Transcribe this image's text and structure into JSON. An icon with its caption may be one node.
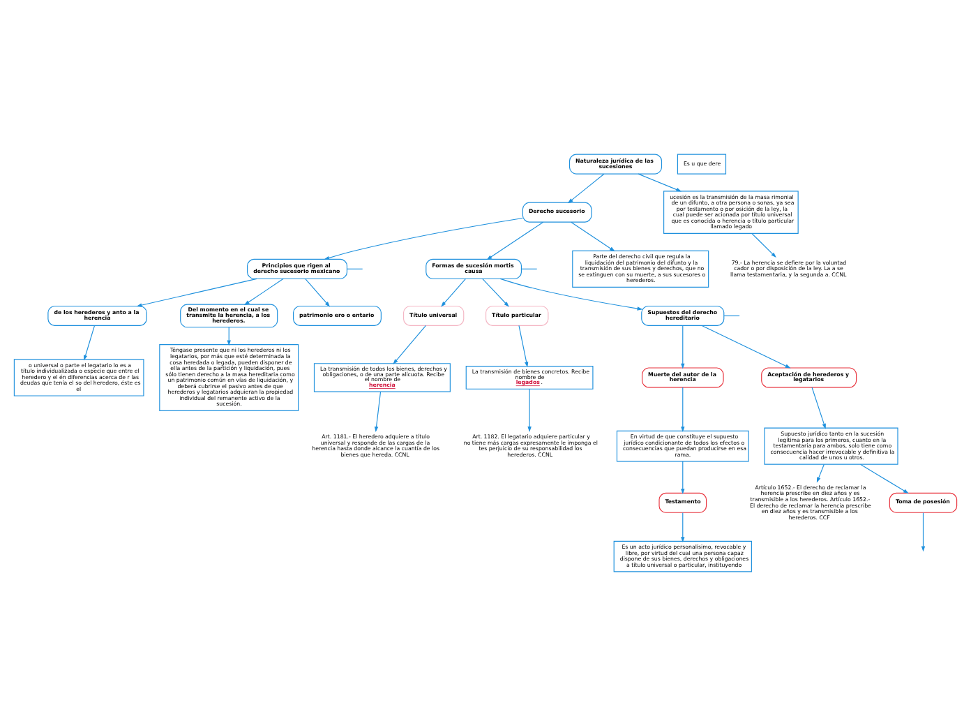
{
  "diagram": {
    "nodes": [
      {
        "text": [
          "o universal o parte el legatario lo es a título individualizada o especie que entre el heredero y el én diferencias acerca de r las deudas que tenía el so del heredero, éste es el"
        ]
      },
      {
        "text": [
          "Téngase presente que ni los herederos ni los legatarios, por más que esté determinada la cosa heredada o legada, pueden disponer de ella antes de la partición y liquidación, pues sólo tienen derecho a la masa hereditaria como un patrimonio común en vías de liquidación, y deberá cubrirse el pasivo antes de que herederos y legatarios adquieran la propiedad individual del remanente activo de la sucesión."
        ]
      },
      {
        "text": [
          "Art. 1181.- El heredero adquiere a título universal y responde de las cargas de la herencia hasta donde alcance la cuantía de los bienes que hereda. CCNL"
        ]
      },
      {
        "text": [
          "Art. 1182. El legatario adquiere particular y no tiene más cargas expresamente le imponga el tes perjuicio de su responsabilidad los herederos. CCNL"
        ]
      },
      {
        "text": [
          "de los herederos y anto a la herencia"
        ]
      },
      {
        "text": [
          "Del momento en el cual se transmite la herencia, a los herederos."
        ]
      },
      {
        "text": [
          "La transmisión de todos los bienes, derechos y obligaciones, o de una parte alícuota. Recibe el nombre de **herencia**"
        ]
      },
      {
        "text": [
          "La transmisión de bienes concretos. Recibe nombre de **legados**."
        ]
      },
      {
        "text": [
          "patrimonio ero o entario"
        ]
      },
      {
        "text": [
          "Principios que rigen al derecho sucesorio mexicano"
        ]
      },
      {
        "text": [
          "Título universal"
        ]
      },
      {
        "text": [
          "Título particular"
        ]
      },
      {
        "text": [
          "Naturaleza jurídica de las sucesiones"
        ]
      },
      {
        "text": [
          "Derecho sucesorio"
        ]
      },
      {
        "text": [
          "Formas de sucesión mortis causa"
        ]
      },
      {
        "text": [
          "ucesión es la transmisión de la masa rimonial de un difunto, a otra persona o sonas, ya sea por testamento o por osición de la ley, la cual puede ser acionada por título universal que es conocida o herencia o título particular llamado legado"
        ]
      },
      {
        "text": [
          "Parte del derecho civil que regula la liquidación del patrimonio del difunto y la transmisión de sus bienes y derechos, que no se extinguen con su muerte, a sus sucesores o herederos."
        ]
      },
      {
        "text": [
          "Supuestos del derecho hereditario"
        ]
      },
      {
        "text": [
          "Es u que dere"
        ]
      },
      {
        "text": [
          "Muerte del autor de la herencia"
        ]
      },
      {
        "text": [
          "79.- La herencia se defiere por la voluntad cador o por disposición de la ley. La a se llama testamentaria, y la segunda a. CCNL"
        ]
      },
      {
        "text": [
          "Aceptación de herederos y legatarios"
        ]
      },
      {
        "text": [
          "En virtud de que constituye el supuesto jurídico condicionante de todos los efectos o consecuencias que puedan producirse en esa rama."
        ]
      },
      {
        "text": [
          "Supuesto jurídico tanto en la sucesión legítima para los primeros, cuanto en la testamentaria para ambos, solo tiene como consecuencia hacer irrevocable y definitiva la calidad de unos u otros."
        ]
      },
      {
        "text": [
          "Testamento"
        ]
      },
      {
        "text": [
          "Artículo 1652.- El derecho de reclamar la herencia prescribe en diez años y es transmisible a los herederos. Artículo 1652.- El derecho de reclamar la herencia prescribe en diez años y es transmisible a los herederos. CCF"
        ]
      },
      {
        "text": [
          "Toma de posesión"
        ]
      },
      {
        "text": [
          "Es un acto jurídico personalísimo, revocable y libre, por virtud del cual una persona capaz dispone de sus bienes, derechos y obligaciones a título universal o particular, instituyendo"
        ]
      }
    ],
    "edges": [
      {
        "from": 4,
        "to": 0,
        "arrow": "to"
      },
      {
        "from": 5,
        "to": 1,
        "arrow": "to"
      },
      {
        "from": 9,
        "to": 4,
        "arrow": "to"
      },
      {
        "from": 9,
        "to": 8,
        "arrow": "to"
      },
      {
        "from": 9,
        "to": 5,
        "arrow": "to"
      },
      {
        "from": 9,
        "to": null,
        "arrow": "none"
      },
      {
        "from": 13,
        "to": 9,
        "arrow": "to"
      },
      {
        "from": 10,
        "to": 6,
        "arrow": "to"
      },
      {
        "from": 6,
        "to": 2,
        "arrow": "to"
      },
      {
        "from": 11,
        "to": 7,
        "arrow": "to"
      },
      {
        "from": 7,
        "to": 3,
        "arrow": "to"
      },
      {
        "from": 14,
        "to": 10,
        "arrow": "to"
      },
      {
        "from": 14,
        "to": 11,
        "arrow": "to"
      },
      {
        "from": 12,
        "to": 13,
        "arrow": "to"
      },
      {
        "from": 12,
        "to": 15,
        "arrow": "to"
      },
      {
        "from": 15,
        "to": 20,
        "arrow": "to"
      },
      {
        "from": 13,
        "to": 16,
        "arrow": "to"
      },
      {
        "from": 13,
        "to": 14,
        "arrow": "to"
      },
      {
        "from": 14,
        "to": 17,
        "arrow": "to"
      },
      {
        "from": 14,
        "to": null,
        "arrow": "none"
      },
      {
        "from": 17,
        "to": null,
        "arrow": "none"
      },
      {
        "from": 17,
        "to": 21,
        "arrow": "to"
      },
      {
        "from": 17,
        "to": 19,
        "arrow": "to"
      },
      {
        "from": 19,
        "to": 22,
        "arrow": "to"
      },
      {
        "from": 22,
        "to": 24,
        "arrow": "to"
      },
      {
        "from": 24,
        "to": 27,
        "arrow": "to"
      },
      {
        "from": 21,
        "to": 23,
        "arrow": "to"
      },
      {
        "from": 23,
        "to": 25,
        "arrow": "to"
      },
      {
        "from": 23,
        "to": 26,
        "arrow": "to"
      },
      {
        "from": 26,
        "to": null,
        "arrow": "to"
      }
    ]
  }
}
